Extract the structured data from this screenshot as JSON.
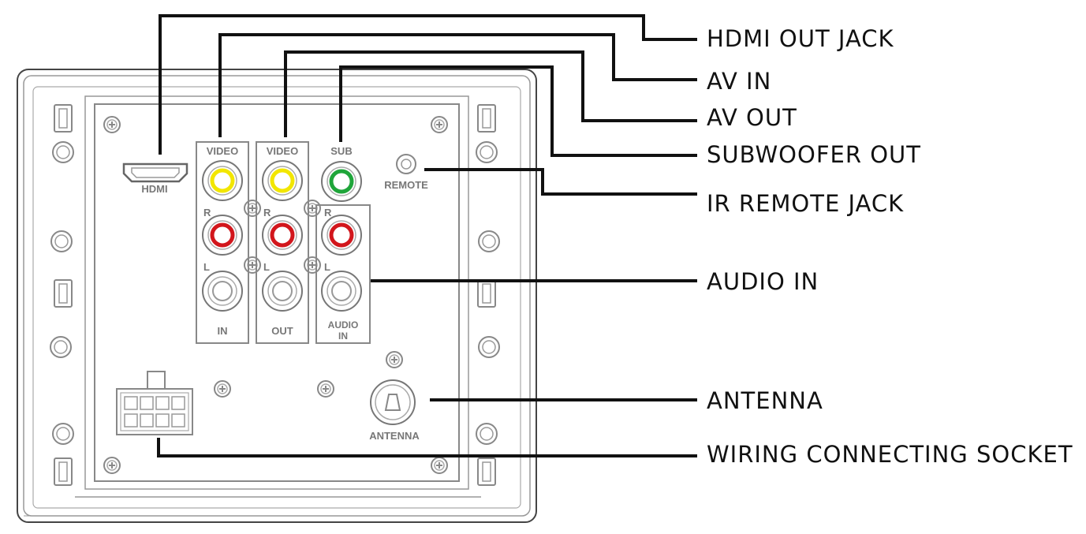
{
  "callouts": {
    "hdmi_out_jack": "HDMI OUT JACK",
    "av_in": "AV IN",
    "av_out": "AV OUT",
    "subwoofer_out": "SUBWOOFER OUT",
    "ir_remote_jack": "IR REMOTE JACK",
    "audio_in": "AUDIO IN",
    "antenna": "ANTENNA",
    "wiring_connecting_socket": "WIRING CONNECTING SOCKET"
  },
  "panel_labels": {
    "hdmi": "HDMI",
    "video_1": "VIDEO",
    "video_2": "VIDEO",
    "sub": "SUB",
    "remote": "REMOTE",
    "r_1": "R",
    "r_2": "R",
    "r_3": "R",
    "l_1": "L",
    "l_2": "L",
    "l_3": "L",
    "in": "IN",
    "out": "OUT",
    "audio_in_line1": "AUDIO",
    "audio_in_line2": "IN",
    "antenna": "ANTENNA"
  },
  "colors": {
    "leader_line": "#111111",
    "panel_outline": "#888888",
    "video_jack": "#f2e600",
    "sub_jack": "#1fa53a",
    "right_audio_jack": "#d2161c",
    "label_gray": "#777777"
  }
}
